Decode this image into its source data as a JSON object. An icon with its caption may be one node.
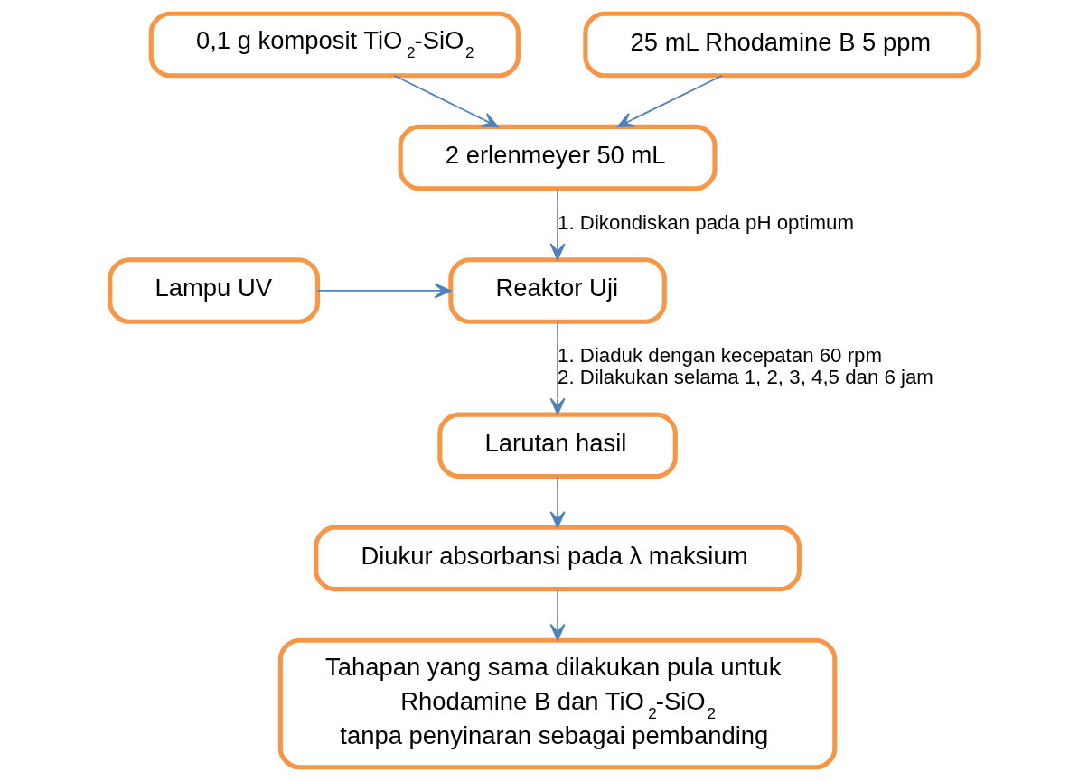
{
  "diagram": {
    "nodes": [
      {
        "text": [
          "0,1 g komposit TiO$_{2}$-SiO$_{2}$"
        ]
      },
      {
        "text": [
          "25 mL Rhodamine B 5 ppm"
        ]
      },
      {
        "text": [
          "2 erlenmeyer 50 mL"
        ]
      },
      {
        "text": [
          "Lampu UV"
        ]
      },
      {
        "text": [
          "Reaktor Uji"
        ]
      },
      {
        "text": [
          "Larutan hasil"
        ]
      },
      {
        "text": [
          "Diukur absorbansi pada λ maksium"
        ]
      },
      {
        "text": [
          "Tahapan yang sama dilakukan pula untuk Rhodamine B dan TiO$_{2}$-SiO$_{2}$ tanpa penyinaran sebagai pembanding"
        ]
      }
    ],
    "edges": [
      {
        "from": 0,
        "to": 2,
        "arrow": "to"
      },
      {
        "from": 1,
        "to": 2,
        "arrow": "to"
      },
      {
        "from": 2,
        "to": 4,
        "arrow": "to",
        "label": "1. Dikondiskan pada pH optimum"
      },
      {
        "from": 3,
        "to": 4,
        "arrow": "to"
      },
      {
        "from": 4,
        "to": 5,
        "arrow": "to",
        "label": "1. Diaduk dengan kecepatan 60 rpm 2. Dilakukan selama 1, 2, 3, 4,5 dan 6 jam"
      },
      {
        "from": 5,
        "to": 6,
        "arrow": "to"
      },
      {
        "from": 6,
        "to": 7,
        "arrow": "to"
      }
    ]
  }
}
